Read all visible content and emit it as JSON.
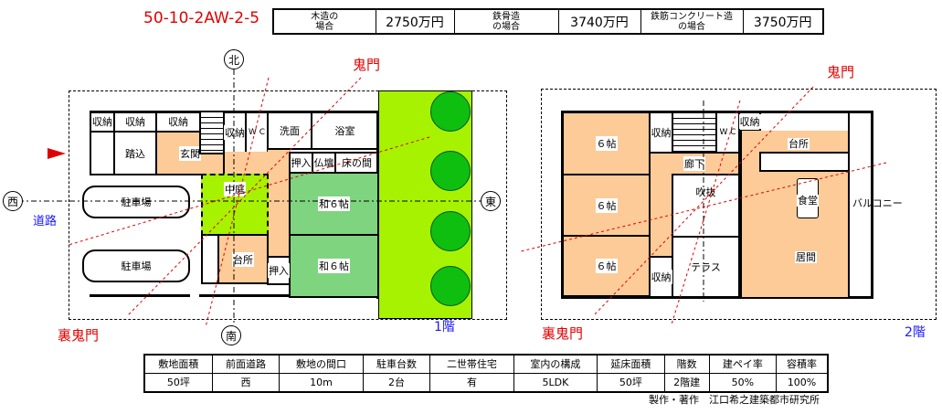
{
  "title": "50-10-2AW-2-5",
  "cost_table": [
    {
      "label": "木造の\n場合",
      "value": "2750万円"
    },
    {
      "label": "鉄骨造\nの場合",
      "value": "3740万円"
    },
    {
      "label": "鉄筋コンクリート造\nの場合",
      "value": "3750万円"
    }
  ],
  "compass": {
    "north": "北",
    "south": "南",
    "west": "西",
    "east": "東",
    "road": "道路"
  },
  "direction": {
    "kimon": "鬼門",
    "ura_kimon": "裏鬼門"
  },
  "floor1": {
    "label": "1階",
    "rooms": {
      "storage1": "収納",
      "storage2": "収納",
      "storage3": "収納",
      "fumikomi": "踏込",
      "entrance": "玄関",
      "storage4": "収納",
      "wc": "W C",
      "washroom": "洗面",
      "bath": "浴室",
      "oshiire1": "押入",
      "butsudan": "仏壇",
      "tokonoma": "床の間",
      "courtyard": "中庭",
      "parking1": "駐車場",
      "parking2": "駐車場",
      "kitchen": "台所",
      "oshiire2": "押入",
      "washitsu1": "和６帖",
      "washitsu2": "和６帖"
    }
  },
  "floor2": {
    "label": "2階",
    "rooms": {
      "room1": "６帖",
      "room2": "６帖",
      "room3": "６帖",
      "storage1": "収納",
      "wc": "W C",
      "storage2": "収納",
      "corridor": "廊下",
      "atrium": "吹抜",
      "terrace": "テラス",
      "storage3": "収納",
      "kitchen": "台所",
      "dining": "食堂",
      "living": "居間",
      "balcony": "バルコニー"
    }
  },
  "spec_table": {
    "headers": [
      "敷地面積",
      "前面道路",
      "敷地の間口",
      "駐車台数",
      "二世帯住宅",
      "室内の構成",
      "延床面積",
      "階数",
      "建ペイ率",
      "容積率"
    ],
    "values": [
      "50坪",
      "西",
      "10m",
      "2台",
      "有",
      "5LDK",
      "50坪",
      "2階建",
      "50%",
      "100%"
    ]
  },
  "credit": "製作・著作　江口希之建築都市研究所",
  "colors": {
    "accent": "#e00000",
    "label_blue": "#1a1aff",
    "room_orange": "#fccb98",
    "tatami": "#7fd47f",
    "garden": "#a6f200"
  }
}
